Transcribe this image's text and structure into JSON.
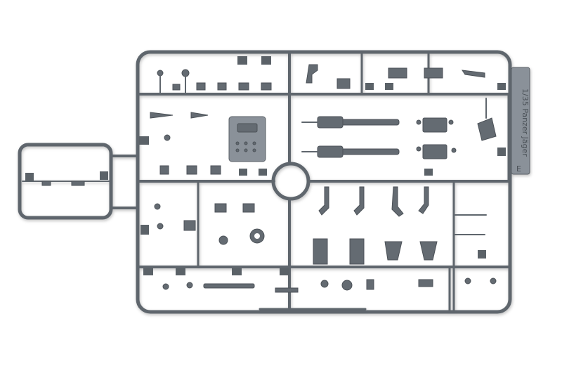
{
  "photo": {
    "subject": "plastic-model-sprue",
    "background_color": "#ffffff",
    "plastic_color": "#646b72",
    "sprue_label": "1/35 Panzer Jäger",
    "corner_letter": "E"
  }
}
